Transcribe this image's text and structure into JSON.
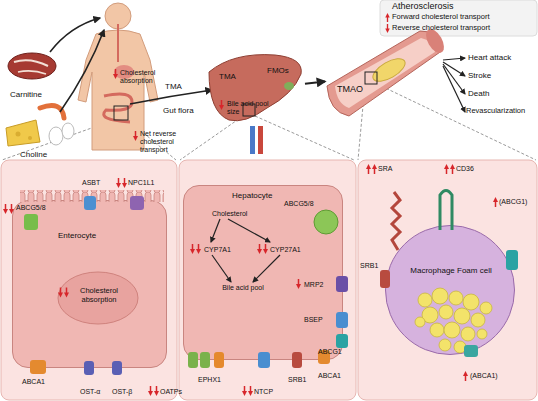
{
  "diagram": {
    "nodes": [
      {
        "text": [
          "TMA",
          "FMOs",
          "Bile acid pool size"
        ]
      },
      {
        "text": [
          "TMAO"
        ]
      },
      {
        "text": [
          "Enterocyte",
          "Cholesterol absorption"
        ]
      },
      {
        "text": [
          "Hepatocyte",
          "Cholesterol",
          "CYP7A1",
          "CYP27A1",
          "Bile acid pool",
          "ABCG5/8",
          "MRP2",
          "BSEP"
        ]
      },
      {
        "text": [
          "Macrophage Foam cell"
        ]
      }
    ],
    "edges": [
      {
        "from": 0,
        "to": 1,
        "arrow": "to"
      }
    ],
    "labels": [
      "Carnitine",
      "Choline",
      "TMA",
      "Gut flora",
      "Cholesterol absorption",
      "Net reverse cholesterol transport",
      "Atherosclerosis",
      "Forward cholesterol transport",
      "Reverse cholesterol transport",
      "Heart attack",
      "Stroke",
      "Death",
      "Revascularization",
      "ABCG5/8",
      "ASBT",
      "NPC1L1",
      "ABCA1",
      "OST-α",
      "OST-β",
      "OATPs",
      "EPHX1",
      "NTCP",
      "SRB1",
      "ABCA1",
      "ABCG1",
      "SRA",
      "CD36",
      "(ABCG1)",
      "SRB1",
      "(ABCA1)"
    ]
  }
}
